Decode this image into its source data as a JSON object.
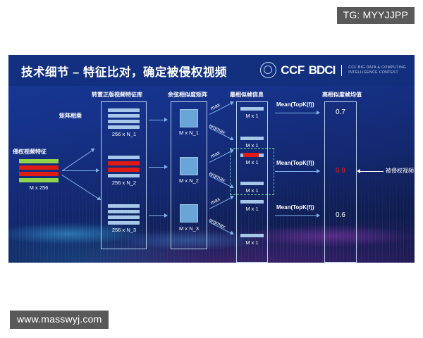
{
  "watermarks": {
    "top": "TG: MYYJJPP",
    "bottom": "www.masswyj.com"
  },
  "slide": {
    "title": "技术细节 – 特征比对，确定被侵权视频",
    "logo": {
      "seal_icon": "ccf-seal-icon",
      "ccf": "CCF",
      "bdci": "BDCI",
      "tagline_line1": "CCF BIG DATA & COMPUTING",
      "tagline_line2": "INTELLIGENCE CONTEST"
    },
    "colors": {
      "header_blue": "#12307f",
      "accent_blue": "#7fb2e8",
      "bar_blue": "#a8c8ea",
      "bar_red": "#e01b14",
      "bar_green": "#8fd44a",
      "dash_green": "#66c79c",
      "highlight_red": "#e8231a"
    },
    "diagram": {
      "input": {
        "label": "侵权视频特征",
        "caption": "M x 256",
        "bars": [
          "green",
          "red",
          "red",
          "green"
        ]
      },
      "operation_matmul": "矩阵相乘",
      "feature_db": {
        "label": "转置正版视频特征库",
        "blocks": [
          {
            "caption": "256 x N_1",
            "bars": [
              "blue",
              "blue",
              "blue",
              "blue"
            ]
          },
          {
            "caption": "256 x N_2",
            "bars": [
              "blue",
              "red",
              "red",
              "blue"
            ]
          },
          {
            "caption": "256 x N_3",
            "bars": [
              "blue",
              "blue",
              "blue",
              "blue"
            ]
          }
        ]
      },
      "similarity_matrix": {
        "label": "余弦相似度矩阵",
        "blocks": [
          {
            "caption": "M x N_1"
          },
          {
            "caption": "M x N_2"
          },
          {
            "caption": "M x N_3"
          }
        ]
      },
      "ops": [
        "max",
        "argmax"
      ],
      "frame_info": {
        "label": "最相似帧信息",
        "blocks": [
          {
            "caption": "M x 1",
            "bar": "blue"
          },
          {
            "caption": "M x 1",
            "bar": "blue"
          },
          {
            "caption": "M x 1",
            "bar": "red"
          },
          {
            "caption": "M x 1",
            "bar": "blue"
          },
          {
            "caption": "M x 1",
            "bar": "blue"
          },
          {
            "caption": "M x 1",
            "bar": "blue"
          }
        ]
      },
      "mean_op_label": "Mean(TopK(f))",
      "scores": {
        "label": "高相似度帧均值",
        "values": [
          "0.7",
          "0.9",
          "0.6"
        ],
        "highlight_index": 1
      },
      "result_label": "被侵权视频"
    }
  }
}
